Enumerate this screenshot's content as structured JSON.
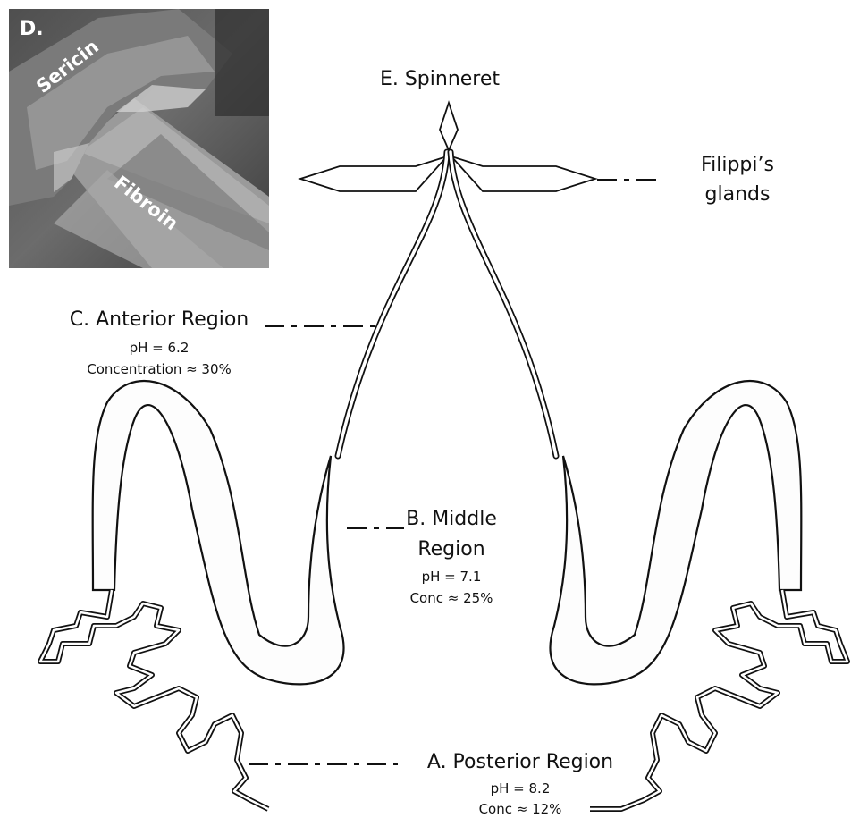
{
  "micrograph": {
    "panel_letter": "D.",
    "sericin_label": "Sericin",
    "fibroin_label": "Fibroin"
  },
  "spinneret": {
    "title": "E. Spinneret"
  },
  "filippi": {
    "line1": "Filippi’s",
    "line2": "glands"
  },
  "anterior": {
    "title": "C. Anterior Region",
    "ph": "pH = 6.2",
    "conc": "Concentration ≈ 30%"
  },
  "middle": {
    "line1": "B. Middle",
    "line2": "Region",
    "ph": "pH = 7.1",
    "conc": "Conc ≈ 25%"
  },
  "posterior": {
    "title": "A. Posterior Region",
    "ph": "pH = 8.2",
    "conc": "Conc ≈ 12%"
  }
}
